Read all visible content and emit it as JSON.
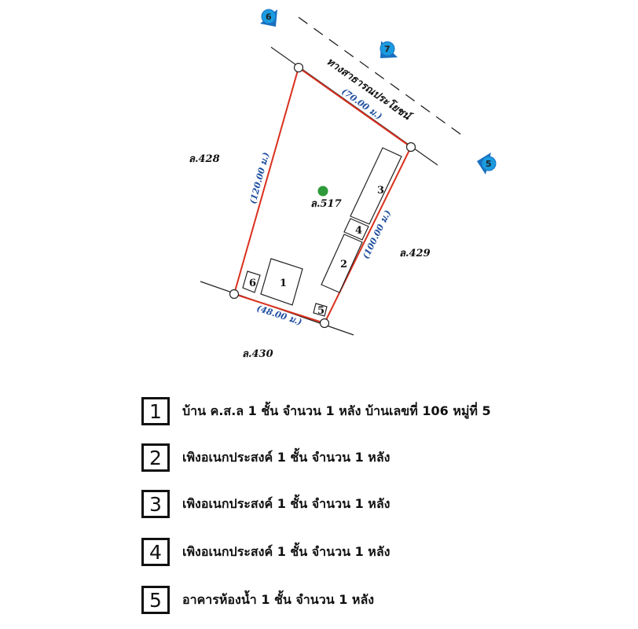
{
  "map": {
    "road_label": "ทางสาธารณประโยชน์",
    "plot_label": "ล.517",
    "neighbors": {
      "west": "ล.428",
      "east": "ล.429",
      "south": "ล.430"
    },
    "dimensions": {
      "north": "(70.00 ม.)",
      "west": "(120.00 ม.)",
      "east": "(100.00 ม.)",
      "south": "(48.00 ม.)"
    },
    "buildings": [
      "1",
      "2",
      "3",
      "4",
      "5",
      "6"
    ],
    "markers": [
      "6",
      "7",
      "5"
    ],
    "colors": {
      "boundary": "#d9301e",
      "marker": "#1a9be0",
      "center": "#2e9a3a",
      "dimension": "#1f4fa0"
    }
  },
  "legend": [
    {
      "num": "1",
      "text": "บ้าน ค.ส.ล 1 ชั้น จำนวน 1 หลัง บ้านเลขที่ 106 หมู่ที่ 5"
    },
    {
      "num": "2",
      "text": "เพิงอเนกประสงค์ 1 ชั้น จำนวน 1 หลัง"
    },
    {
      "num": "3",
      "text": "เพิงอเนกประสงค์ 1 ชั้น จำนวน 1 หลัง"
    },
    {
      "num": "4",
      "text": "เพิงอเนกประสงค์ 1 ชั้น จำนวน 1 หลัง"
    },
    {
      "num": "5",
      "text": "อาคารห้องน้ำ 1 ชั้น จำนวน 1 หลัง"
    }
  ]
}
